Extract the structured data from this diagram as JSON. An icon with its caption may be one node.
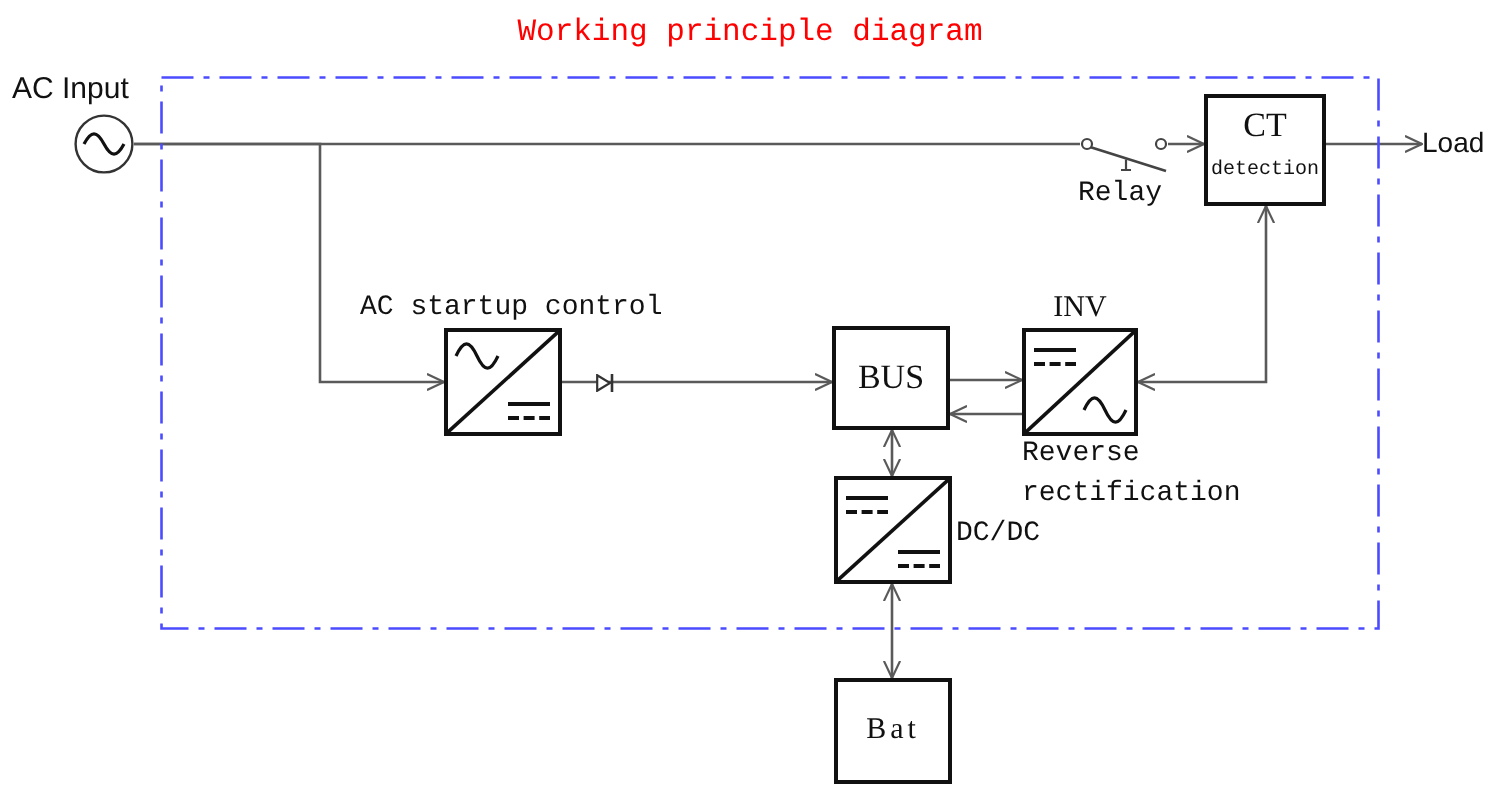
{
  "diagram": {
    "title": "Working principle diagram",
    "nodes": [
      {
        "text": [
          "AC Input"
        ]
      },
      {
        "text": [],
        "shape": "box"
      },
      {
        "text": [
          "Relay"
        ],
        "in": 1
      },
      {
        "text": [
          "CT",
          "detection"
        ],
        "in": 1
      },
      {
        "text": [
          "Load"
        ]
      },
      {
        "text": [
          "AC startup control"
        ],
        "in": 1
      },
      {
        "text": [
          "BUS"
        ],
        "in": 1
      },
      {
        "text": [
          "INV"
        ],
        "beside": [
          "Reverse rectification"
        ],
        "in": 1
      },
      {
        "text": [
          "DC/DC"
        ],
        "in": 1
      },
      {
        "text": [
          "Bat"
        ]
      }
    ],
    "edges": [
      {
        "from": 0,
        "to": 2,
        "arrow": "none"
      },
      {
        "from": 0,
        "to": 5,
        "arrow": "to"
      },
      {
        "from": 2,
        "to": 3,
        "arrow": "to"
      },
      {
        "from": 3,
        "to": 4,
        "arrow": "to"
      },
      {
        "from": 5,
        "to": 6,
        "arrow": "to"
      },
      {
        "from": 6,
        "to": 7,
        "arrow": "to"
      },
      {
        "from": 7,
        "to": 6,
        "arrow": "to"
      },
      {
        "from": 3,
        "to": 7,
        "arrow": "both"
      },
      {
        "from": 6,
        "to": 8,
        "arrow": "both"
      },
      {
        "from": 8,
        "to": 9,
        "arrow": "both"
      }
    ]
  }
}
